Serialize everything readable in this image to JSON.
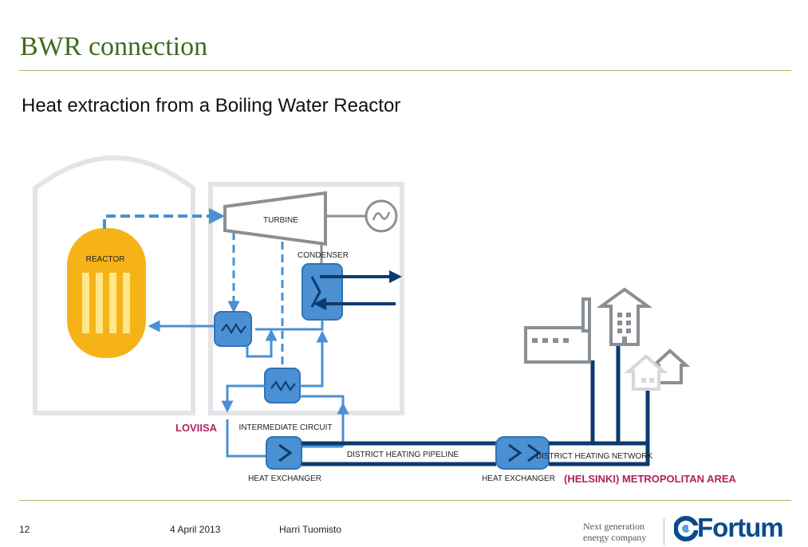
{
  "slide": {
    "title": "BWR connection",
    "subtitle": "Heat extraction from a Boiling Water Reactor"
  },
  "diagram": {
    "labels": {
      "reactor": "REACTOR",
      "turbine": "TURBINE",
      "condenser": "CONDENSER",
      "intermediate_circuit": "INTERMEDIATE CIRCUIT",
      "loviisa": "LOVIISA",
      "heat_exchanger_left": "HEAT EXCHANGER",
      "district_heating_pipeline": "DISTRICT HEATING PIPELINE",
      "heat_exchanger_right": "HEAT EXCHANGER",
      "district_heating_network": "DISTRICT HEATING NETWORK",
      "metropolitan_area": "(HELSINKI) METROPOLITAN AREA"
    },
    "colors": {
      "light_blue": "#4a90d2",
      "dark_blue": "#0d3a6e",
      "reactor_yellow": "#f5b317",
      "gray": "#8a8f94",
      "light_gray": "#e3e4e6",
      "magenta": "#b0215f"
    }
  },
  "footer": {
    "page_number": "12",
    "date": "4 April 2013",
    "author": "Harri Tuomisto",
    "tagline_line1": "Next generation",
    "tagline_line2": "energy company",
    "logo_text": "Fortum",
    "logo_icon": "fortum-logo-icon"
  }
}
